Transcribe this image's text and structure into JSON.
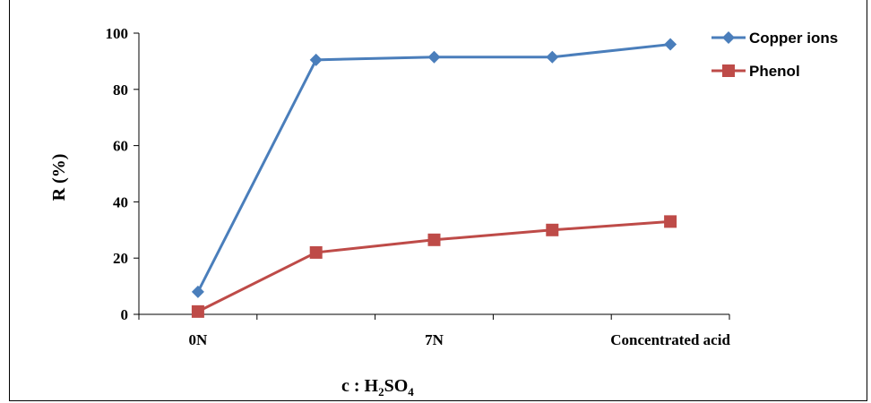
{
  "chart_data": {
    "type": "line",
    "categories": [
      "0N",
      "",
      "7N",
      "",
      "Concentrated acid"
    ],
    "series": [
      {
        "name": "Copper ions",
        "values": [
          8,
          90.5,
          91.5,
          91.5,
          96
        ],
        "color": "#4a7ebb",
        "marker": "diamond"
      },
      {
        "name": "Phenol",
        "values": [
          1,
          22,
          26.5,
          30,
          33
        ],
        "color": "#be4b48",
        "marker": "square"
      }
    ],
    "ylabel": "R (%)",
    "xlabel": {
      "prefix": "c : H",
      "sub1": "2",
      "mid": "SO",
      "sub2": "4"
    },
    "ylim": [
      0,
      100
    ],
    "yticks": [
      0,
      20,
      40,
      60,
      80,
      100
    ],
    "grid": false,
    "legend": "top-right"
  }
}
